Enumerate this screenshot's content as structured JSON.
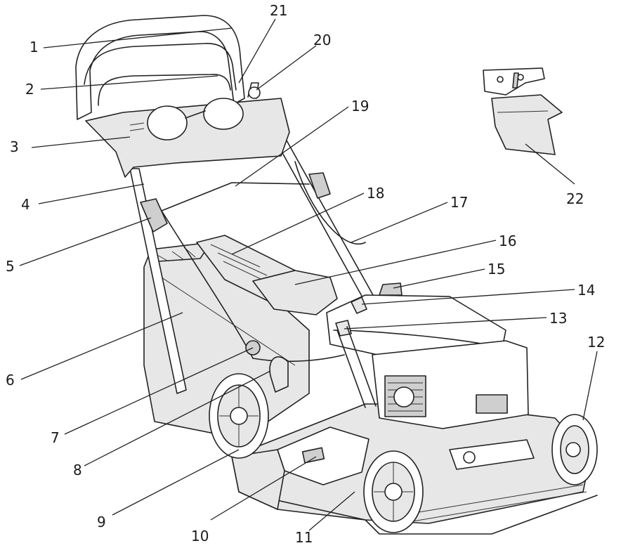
{
  "callouts": [
    "1",
    "2",
    "3",
    "4",
    "5",
    "6",
    "7",
    "8",
    "9",
    "10",
    "11",
    "12",
    "13",
    "14",
    "15",
    "16",
    "17",
    "18",
    "19",
    "20",
    "21",
    "22"
  ],
  "icons": {
    "main": "lawn-mower-line-drawing",
    "detail": "mulching-plug-detail"
  }
}
